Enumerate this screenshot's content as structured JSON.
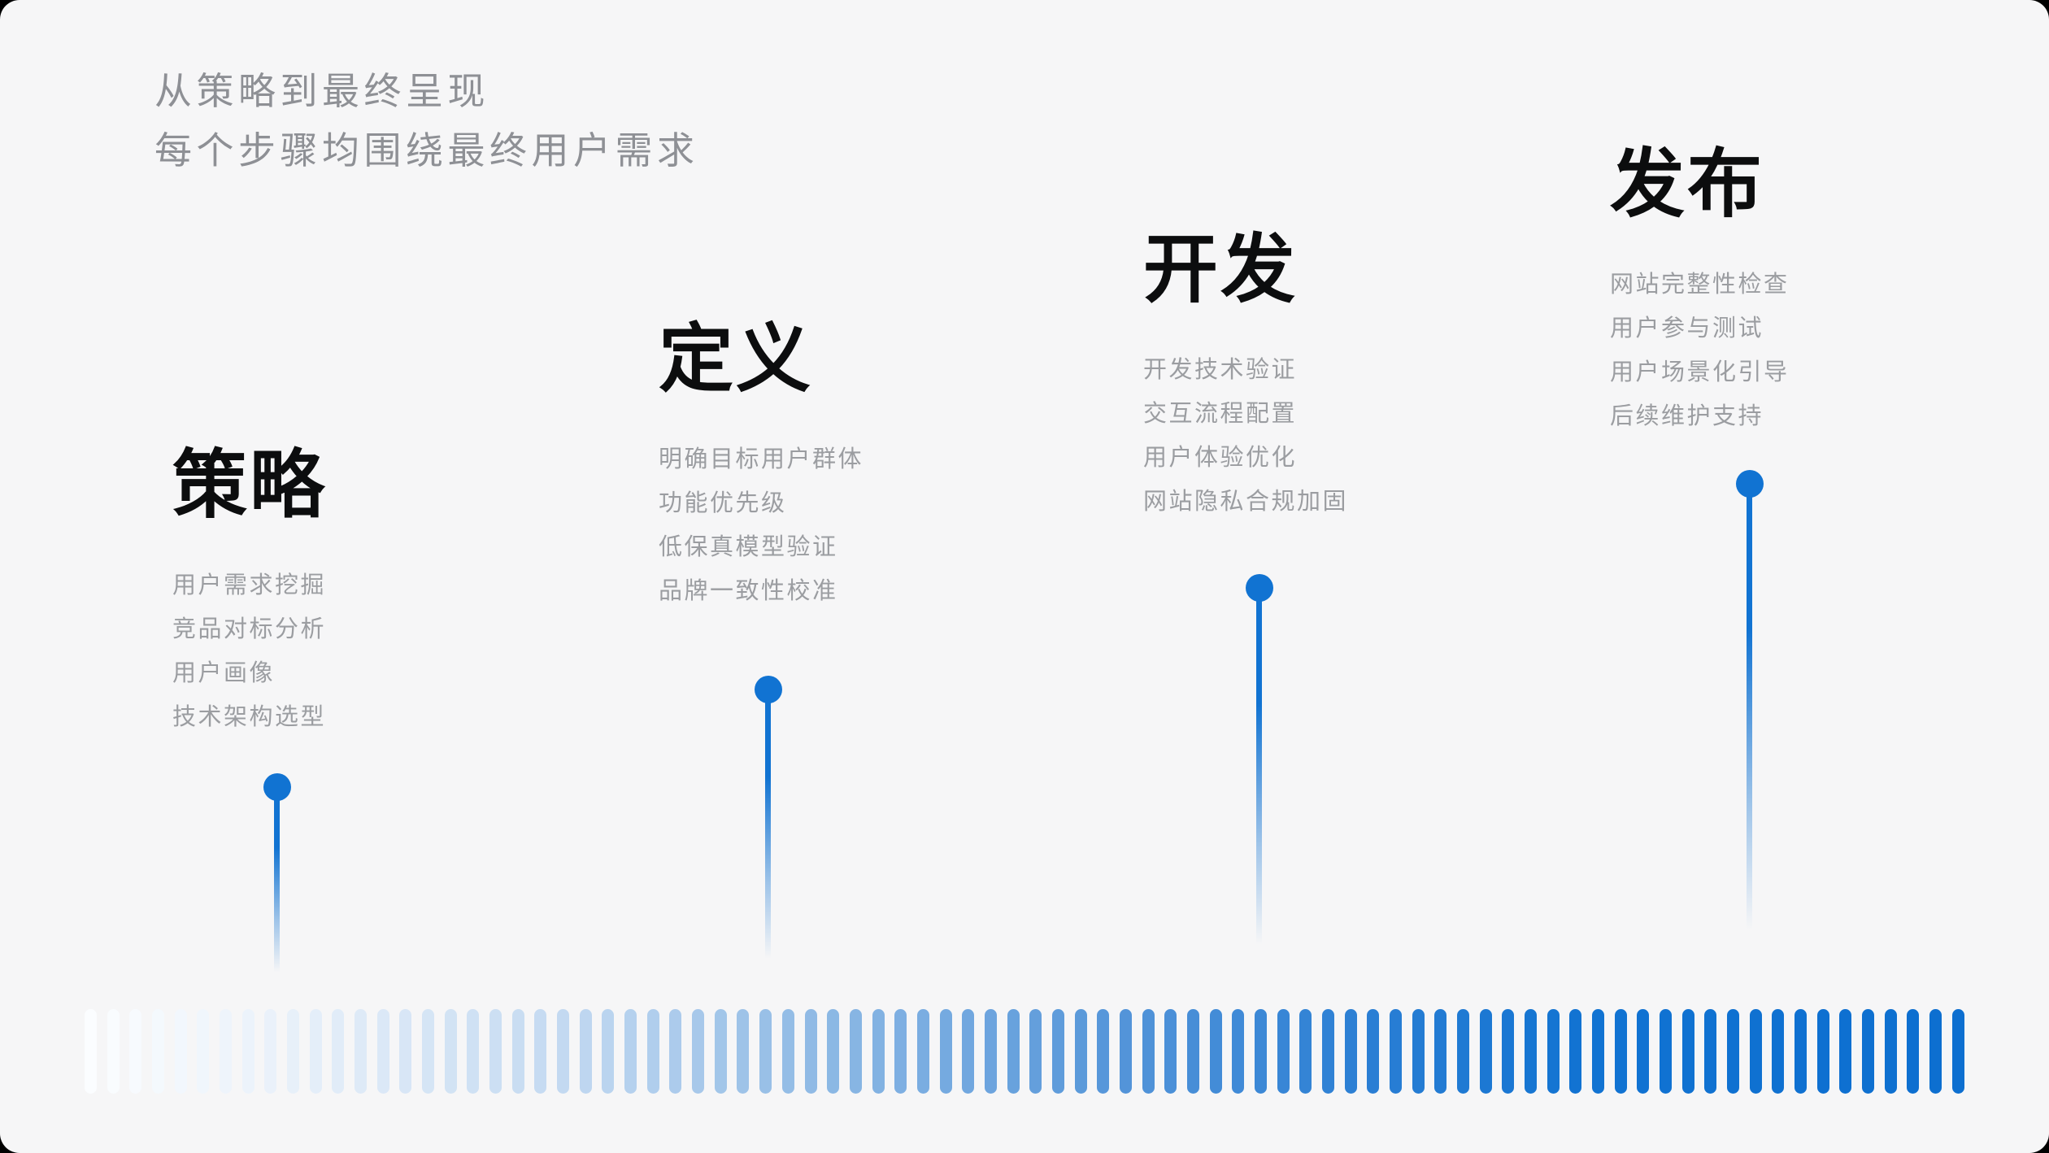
{
  "intro": {
    "line1": "从策略到最终呈现",
    "line2": "每个步骤均围绕最终用户需求"
  },
  "stages": [
    {
      "title": "策略",
      "items": [
        "用户需求挖掘",
        "竞品对标分析",
        "用户画像",
        "技术架构选型"
      ]
    },
    {
      "title": "定义",
      "items": [
        "明确目标用户群体",
        "功能优先级",
        "低保真模型验证",
        "品牌一致性校准"
      ]
    },
    {
      "title": "开发",
      "items": [
        "开发技术验证",
        "交互流程配置",
        "用户体验优化",
        "网站隐私合规加固"
      ]
    },
    {
      "title": "发布",
      "items": [
        "网站完整性检查",
        "用户参与测试",
        "用户场景化引导",
        "后续维护支持"
      ]
    }
  ],
  "colors": {
    "accent": "#1173d2",
    "background": "#f6f6f7",
    "title": "#0c0d0e",
    "subtitle": "#8e9095",
    "item": "#9b9da1"
  },
  "timeline": {
    "bar_count": 84,
    "gradient_stops": [
      {
        "t": 0.0,
        "c": "#fbfdff"
      },
      {
        "t": 0.1,
        "c": "#e9f1fa"
      },
      {
        "t": 0.25,
        "c": "#c4daf1"
      },
      {
        "t": 0.4,
        "c": "#8ab7e4"
      },
      {
        "t": 0.55,
        "c": "#5495d9"
      },
      {
        "t": 0.68,
        "c": "#2b7fd4"
      },
      {
        "t": 0.8,
        "c": "#1173d2"
      },
      {
        "t": 1.0,
        "c": "#0d6fd0"
      }
    ]
  }
}
